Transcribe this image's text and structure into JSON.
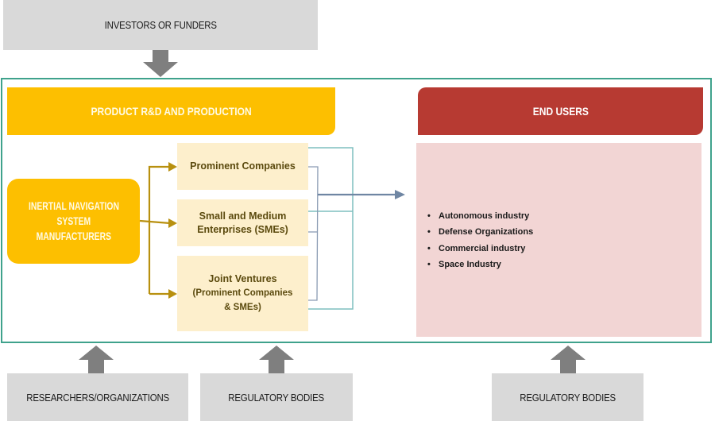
{
  "top": {
    "investors": "INVESTORS OR FUNDERS"
  },
  "product_section": {
    "header": "PRODUCT R&D AND PRODUCTION",
    "manufacturers": [
      "INERTIAL NAVIGATION",
      "SYSTEM",
      "MANUFACTURERS"
    ],
    "categories": [
      {
        "lines": [
          "Prominent Companies"
        ]
      },
      {
        "lines": [
          "Small and Medium",
          "Enterprises (SMEs)"
        ]
      },
      {
        "lines": [
          "Joint Ventures",
          "(Prominent Companies",
          "& SMEs)"
        ]
      }
    ]
  },
  "end_users": {
    "header": "END USERS",
    "bullet": "•",
    "items": [
      "Autonomous industry",
      "Defense Organizations",
      "Commercial industry",
      "Space Industry"
    ]
  },
  "bottom": {
    "researchers": "RESEARCHERS/ORGANIZATIONS",
    "regulatory_left": "REGULATORY BODIES",
    "regulatory_right": "REGULATORY BODIES"
  },
  "colors": {
    "frame": "#3fa28c",
    "gold": "#fdbf00",
    "red": "#b73a32",
    "cream": "#fdefcc",
    "pink": "#f2d5d4",
    "gray_box": "#d9d9d9",
    "gray_arrow": "#7f7f7f",
    "gold_arrow": "#b8900f",
    "slate_line": "#6f86a3",
    "teal_line": "#7fbfbf"
  }
}
